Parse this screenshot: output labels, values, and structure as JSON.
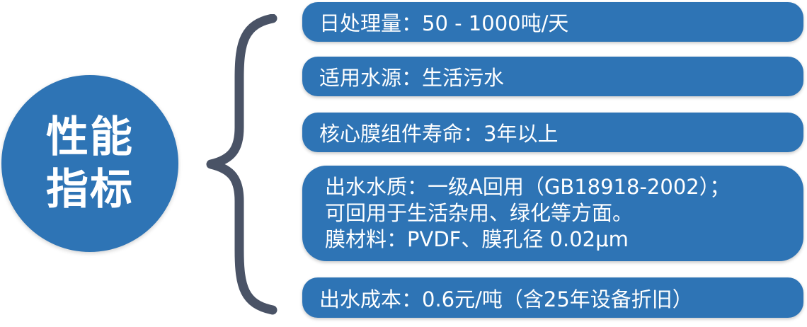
{
  "colors": {
    "accent": "#2e74b5",
    "brace": "#4a5366",
    "text_on_accent": "#ffffff"
  },
  "hub": {
    "title": "性能指标"
  },
  "items": [
    {
      "text": "日处理量：50 - 1000吨/天"
    },
    {
      "text": "适用水源：生活污水"
    },
    {
      "text": "核心膜组件寿命：3年以上"
    },
    {
      "lines": [
        "出水水质：一级A回用（GB18918-2002）；",
        "可回用于生活杂用、绿化等方面。",
        "膜材料：PVDF、膜孔径 0.02μm"
      ]
    },
    {
      "text": "出水成本：0.6元/吨（含25年设备折旧）"
    }
  ]
}
